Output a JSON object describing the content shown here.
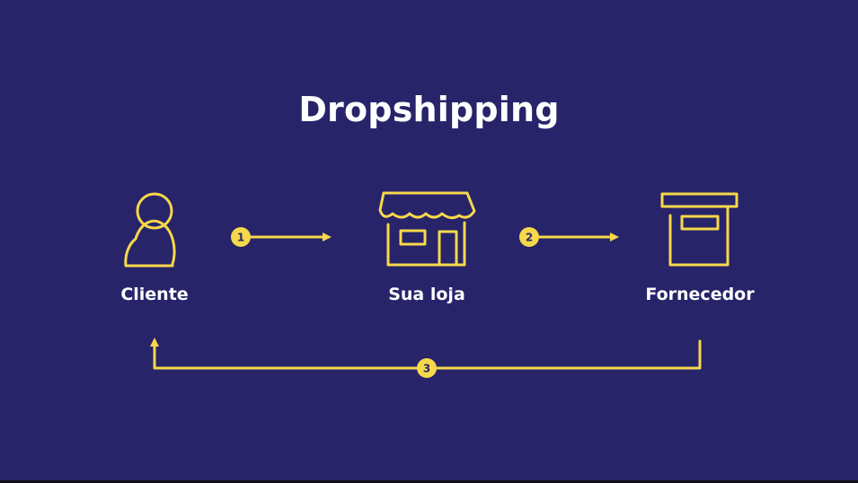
{
  "title": "Dropshipping",
  "colors": {
    "background": "#27246a",
    "accent": "#f7d84a",
    "text": "#ffffff"
  },
  "nodes": [
    {
      "label": "Cliente",
      "icon": "person-icon"
    },
    {
      "label": "Sua loja",
      "icon": "storefront-icon"
    },
    {
      "label": "Fornecedor",
      "icon": "box-icon"
    }
  ],
  "steps": [
    {
      "number": "1",
      "from": "Cliente",
      "to": "Sua loja"
    },
    {
      "number": "2",
      "from": "Sua loja",
      "to": "Fornecedor"
    },
    {
      "number": "3",
      "from": "Fornecedor",
      "to": "Cliente"
    }
  ]
}
